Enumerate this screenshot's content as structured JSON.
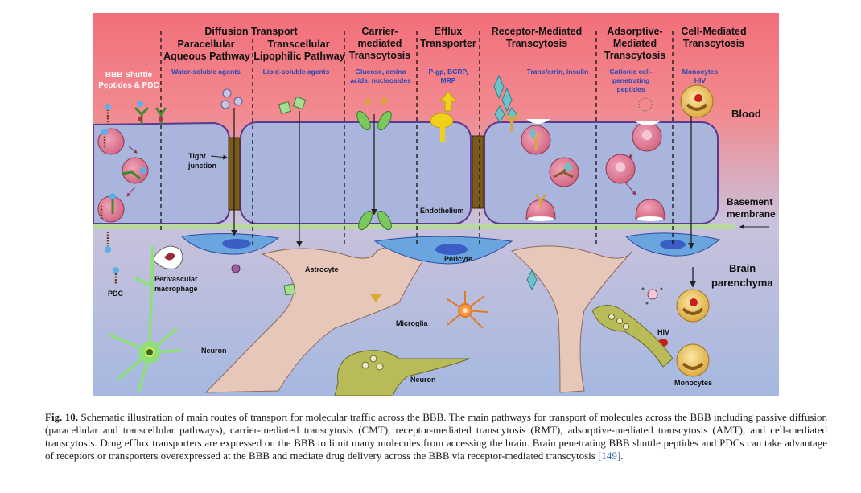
{
  "figure": {
    "headers": {
      "diffusion": "Diffusion Transport",
      "paracellular_1": "Paracellular",
      "paracellular_2": "Aqueous Pathway",
      "transcellular_1": "Transcellular",
      "transcellular_2": "Lipophilic Pathway",
      "carrier_1": "Carrier-",
      "carrier_2": "mediated",
      "carrier_3": "Transcytosis",
      "efflux_1": "Efflux",
      "efflux_2": "Transporter",
      "rmt_1": "Receptor-Mediated",
      "rmt_2": "Transcytosis",
      "amt_1": "Adsorptive-",
      "amt_2": "Mediated",
      "amt_3": "Transcytosis",
      "cmt_1": "Cell-Mediated",
      "cmt_2": "Transcytosis"
    },
    "subs": {
      "water": "Water-soluble agents",
      "lipid": "Lipid-soluble agents",
      "glucose_1": "Glucose, amino",
      "glucose_2": "acids, nucleosides",
      "pgp_1": "P-gp, BCRP,",
      "pgp_2": "MRP",
      "transferrin": "Transferrin, insulin",
      "cationic_1": "Cationic cell-",
      "cationic_2": "penetrating",
      "cationic_3": "peptides",
      "monocytes_1": "Monocytes",
      "monocytes_2": "HIV"
    },
    "labels": {
      "shuttle_1": "BBB Shuttle",
      "shuttle_2": "Peptides & PDC",
      "tight_1": "Tight",
      "tight_2": "junction",
      "endothelium": "Endothelium",
      "pericyte": "Pericyte",
      "astrocyte": "Astrocyte",
      "perivascular_1": "Perivascular",
      "perivascular_2": "macrophage",
      "pdc": "PDC",
      "neuron_left": "Neuron",
      "neuron_bottom": "Neuron",
      "microglia": "Microglia",
      "hiv": "HIV",
      "monocytes": "Monocytes",
      "blood": "Blood",
      "basement_1": "Basement",
      "basement_2": "membrane",
      "brain_1": "Brain",
      "brain_2": "parenchyma"
    }
  },
  "caption": {
    "label": "Fig. 10.",
    "text": "Schematic illustration of main routes of transport for molecular traffic across the BBB. The main pathways for transport of molecules across the BBB including passive diffusion (paracellular and transcellular pathways), carrier-mediated transcytosis (CMT), receptor-mediated transcytosis (RMT), adsorptive-mediated transcytosis (AMT), and cell-mediated transcytosis. Drug efflux transporters are expressed on the BBB to limit many molecules from accessing the brain. Brain penetrating BBB shuttle peptides and PDCs can take advantage of receptors or transporters overexpressed at the BBB and mediate drug delivery across the BBB via receptor-mediated transcytosis",
    "ref": "[149]",
    "end": "."
  },
  "colors": {
    "blood_top": "#f2737e",
    "blood_bottom": "#c9c3dd",
    "brain_bg": "#a9b8de",
    "endothelium": "#a9b5dc",
    "endothelium_border": "#5c3a8c",
    "junction": "#7a5a1a",
    "basement": "#b9d79f",
    "astrocyte": "#e9c9bd",
    "pericyte": "#6aa5df",
    "microglia": "#f59a47",
    "neuron_left": "#8fe07a",
    "neuron_bottom": "#b9bb58",
    "carrier": "#7ac95e",
    "efflux": "#f1d01a",
    "vesicle": "#d6748e",
    "receptor": "#d7a34c",
    "monocyte": "#e0b040",
    "hiv": "#c81e1e"
  }
}
